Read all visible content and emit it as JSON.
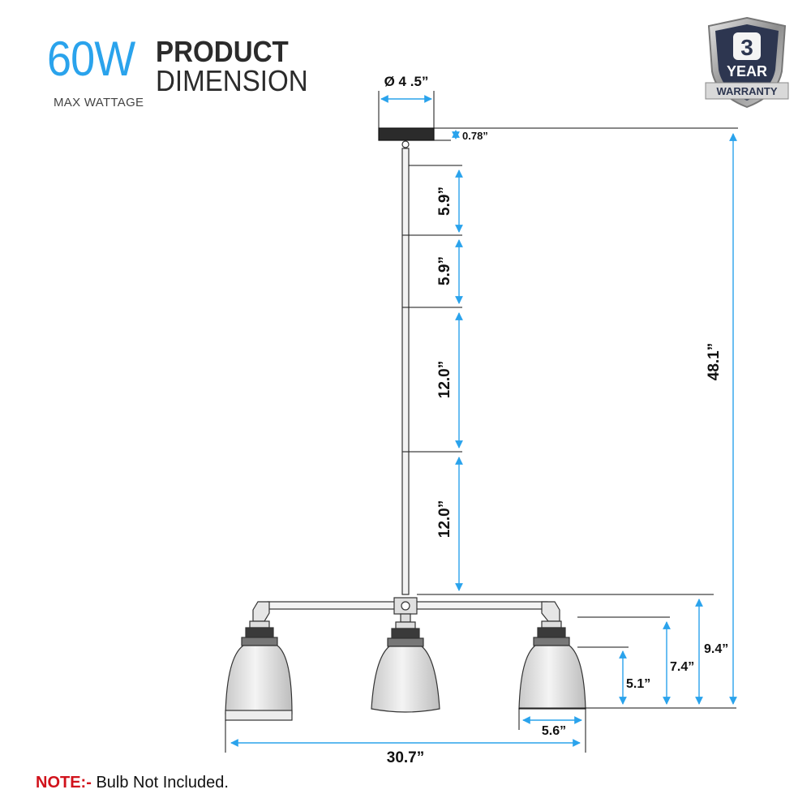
{
  "header": {
    "wattage": "60W",
    "title_line1": "PRODUCT",
    "title_line2": "DIMENSION",
    "subtitle": "MAX WATTAGE"
  },
  "badge": {
    "number": "3",
    "line1": "YEAR",
    "line2": "WARRANTY",
    "icon": "warranty-shield-icon"
  },
  "dimensions": {
    "canopy_diameter": "Ø 4 .5”",
    "canopy_height": "0.78”",
    "rod_1": "5.9”",
    "rod_2": "5.9”",
    "rod_3": "12.0”",
    "rod_4": "12.0”",
    "overall_height": "48.1”",
    "arm_height": "9.4”",
    "socket_height": "7.4”",
    "shade_height": "5.1”",
    "shade_width": "5.6”",
    "overall_width": "30.7”"
  },
  "note": {
    "label": "NOTE:-",
    "text": " Bulb Not Included."
  },
  "colors": {
    "accent": "#2aa3ec",
    "note_label": "#d1121b",
    "line": "#333333"
  }
}
